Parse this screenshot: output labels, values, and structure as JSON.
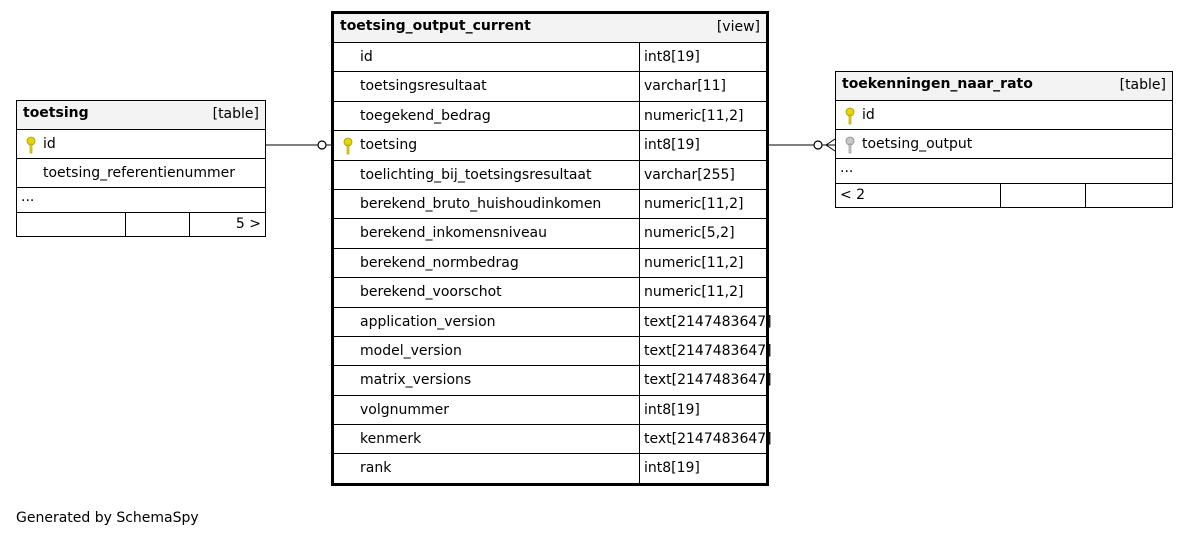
{
  "footer_text": "Generated by SchemaSpy",
  "colors": {
    "key_primary": "#e8d400",
    "key_foreign": "#b8b8b8",
    "header_bg": "#f3f3f3"
  },
  "toetsing": {
    "name": "toetsing",
    "kind": "[table]",
    "rows": [
      {
        "col": "id",
        "icon": "primary-key-icon"
      },
      {
        "col": "toetsing_referentienummer"
      }
    ],
    "more": "...",
    "footer_right": "5 >"
  },
  "view": {
    "name": "toetsing_output_current",
    "kind": "[view]",
    "rows": [
      {
        "col": "id",
        "type": "int8[19]"
      },
      {
        "col": "toetsingsresultaat",
        "type": "varchar[11]"
      },
      {
        "col": "toegekend_bedrag",
        "type": "numeric[11,2]"
      },
      {
        "col": "toetsing",
        "type": "int8[19]",
        "icon": "primary-key-icon"
      },
      {
        "col": "toelichting_bij_toetsingsresultaat",
        "type": "varchar[255]"
      },
      {
        "col": "berekend_bruto_huishoudinkomen",
        "type": "numeric[11,2]"
      },
      {
        "col": "berekend_inkomensniveau",
        "type": "numeric[5,2]"
      },
      {
        "col": "berekend_normbedrag",
        "type": "numeric[11,2]"
      },
      {
        "col": "berekend_voorschot",
        "type": "numeric[11,2]"
      },
      {
        "col": "application_version",
        "type": "text[2147483647]"
      },
      {
        "col": "model_version",
        "type": "text[2147483647]"
      },
      {
        "col": "matrix_versions",
        "type": "text[2147483647]"
      },
      {
        "col": "volgnummer",
        "type": "int8[19]"
      },
      {
        "col": "kenmerk",
        "type": "text[2147483647]"
      },
      {
        "col": "rank",
        "type": "int8[19]"
      }
    ]
  },
  "toekenningen": {
    "name": "toekenningen_naar_rato",
    "kind": "[table]",
    "rows": [
      {
        "col": "id",
        "icon": "primary-key-icon"
      },
      {
        "col": "toetsing_output",
        "icon": "foreign-key-icon"
      }
    ],
    "more": "...",
    "footer_left": "< 2"
  }
}
